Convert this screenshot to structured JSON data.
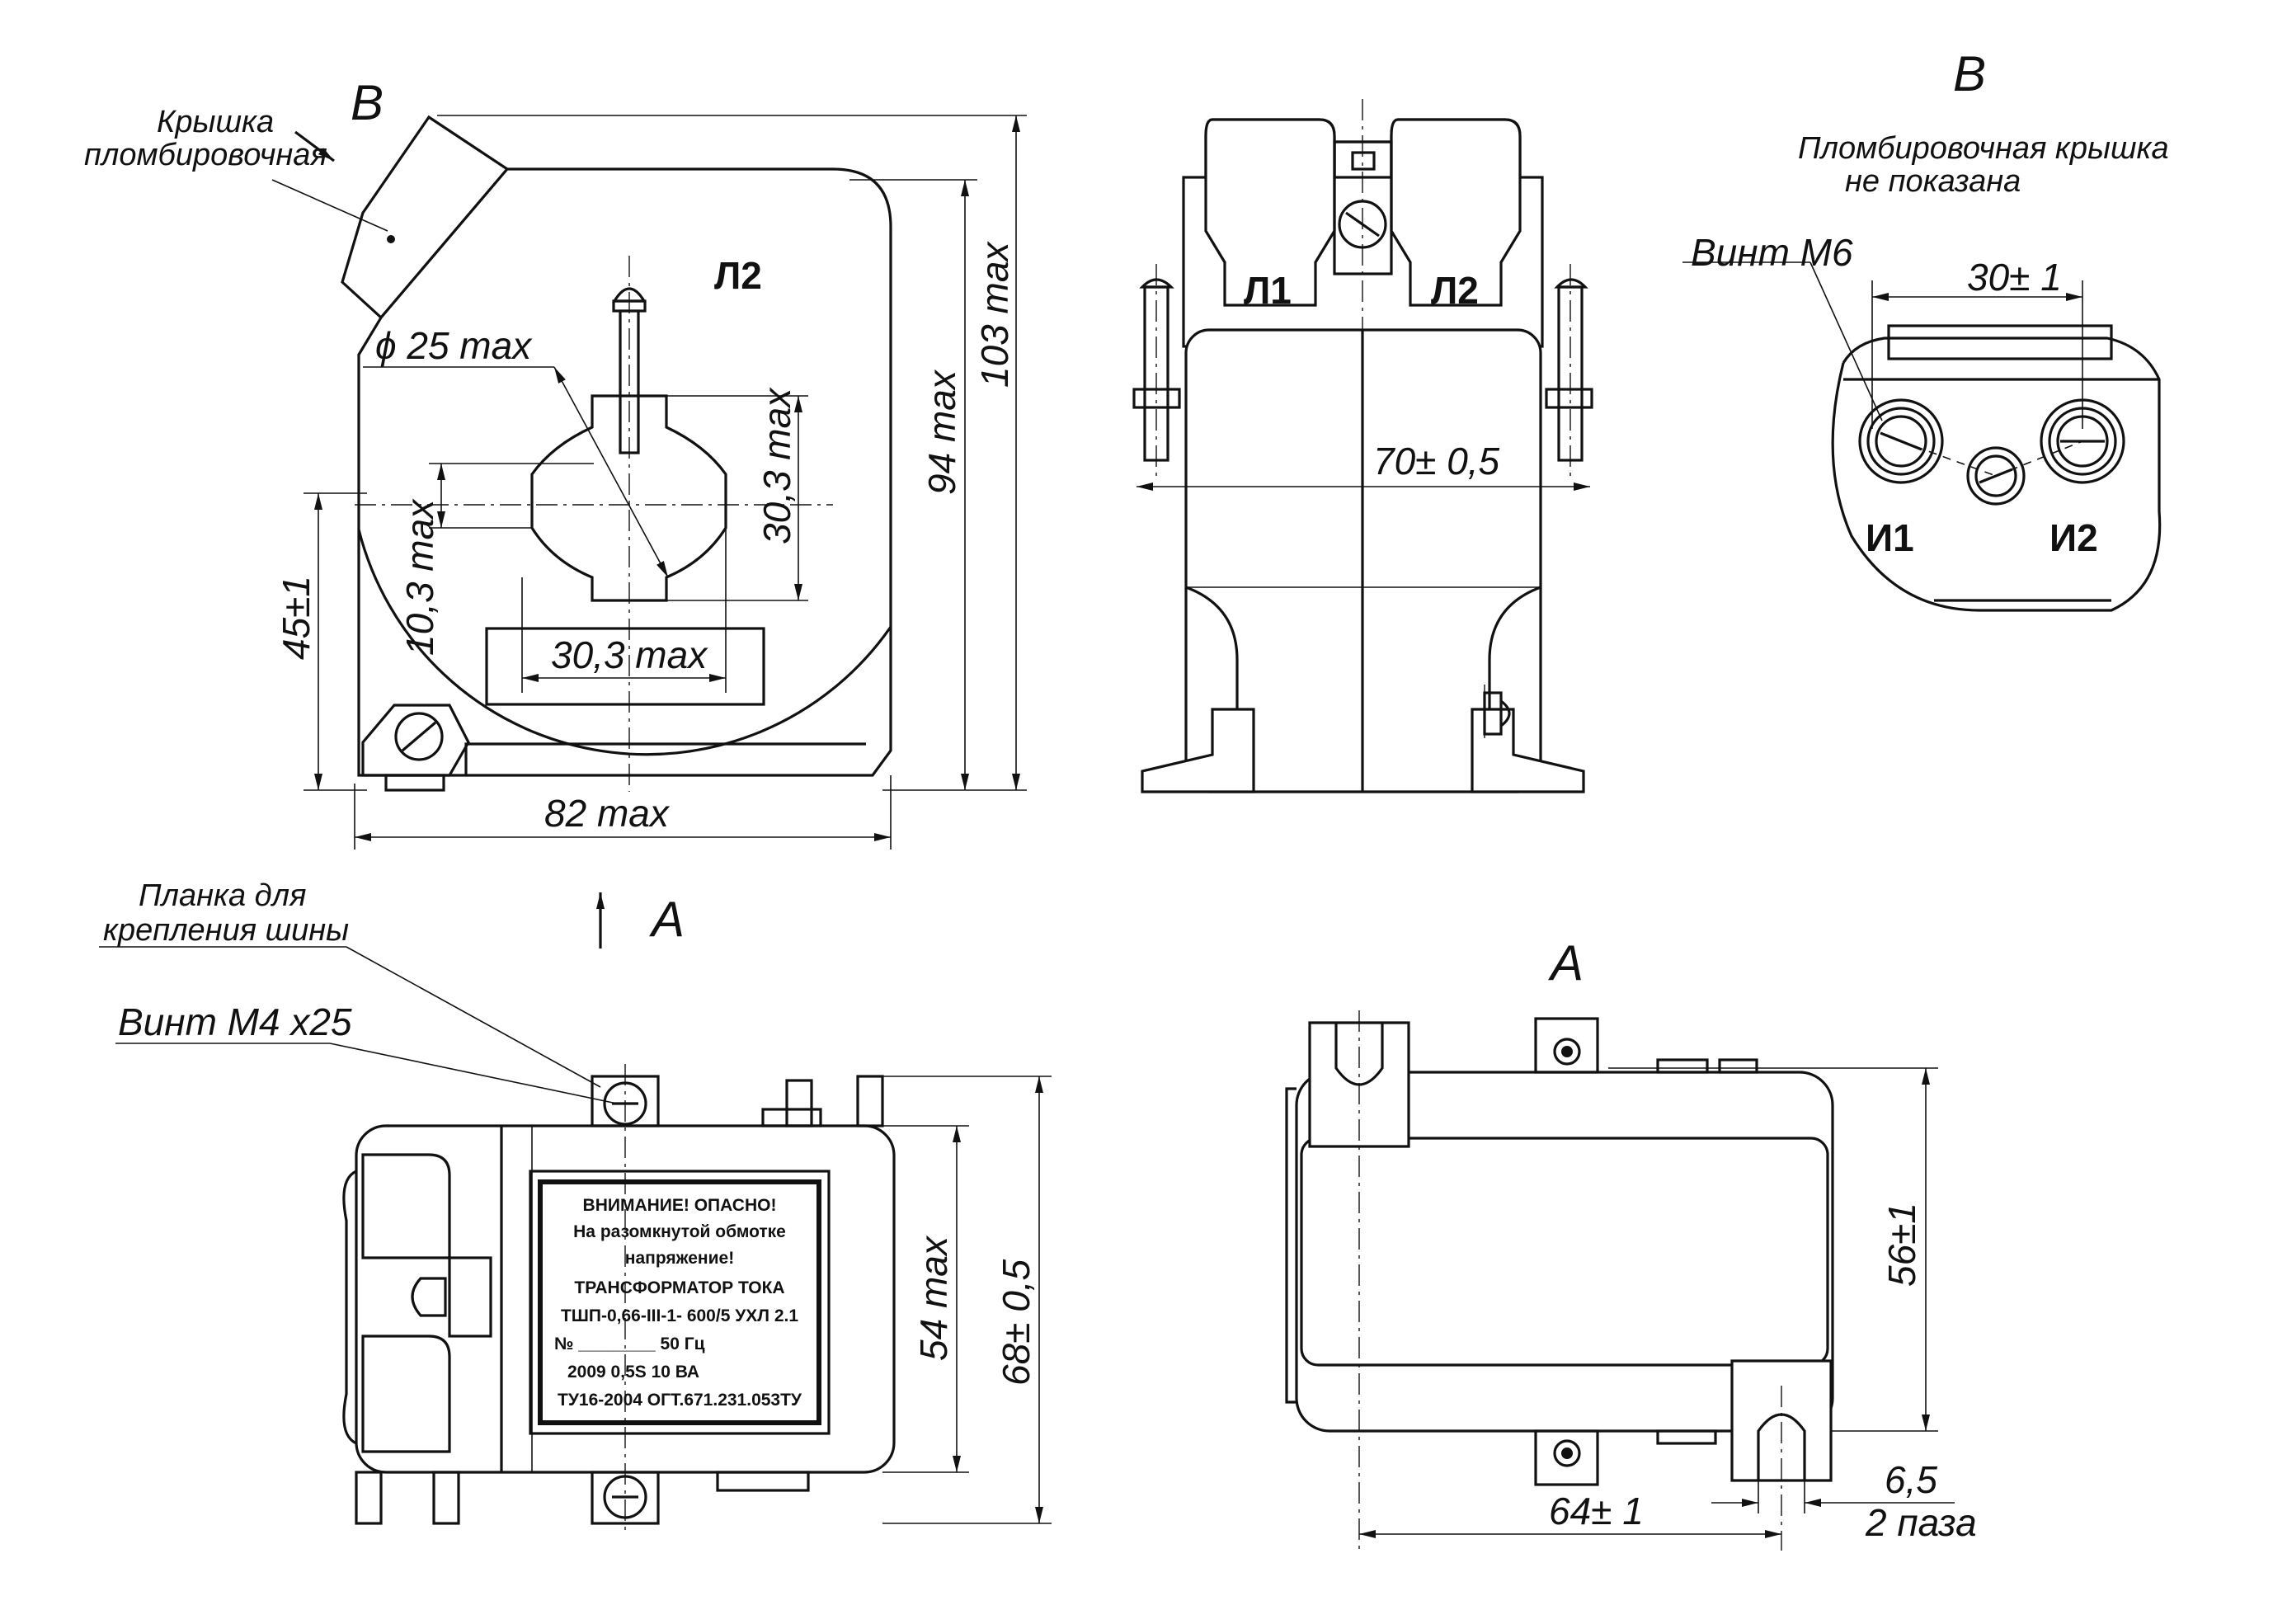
{
  "front_view": {
    "lid_label_line1": "Крышка",
    "lid_label_line2": "пломбировочная",
    "view_b_mark": "В",
    "polarity_mark": "Л2",
    "dim_diameter": "ϕ 25 max",
    "dim_opening_height": "30,3 max",
    "dim_opening_width": "30,3 max",
    "dim_slot": "10,3 max",
    "dim_center_height": "45±1",
    "dim_height_body": "94 max",
    "dim_height_total": "103 max",
    "dim_width": "82 max",
    "view_a_mark": "А"
  },
  "side_view": {
    "mark_left": "Л1",
    "mark_right": "Л2",
    "dim_terminal_spacing": "70± 0,5"
  },
  "detail_b": {
    "title": "В",
    "note_line1": "Пломбировочная крышка",
    "note_line2": "не показана",
    "screw_label": "Винт М6",
    "dim_pitch": "30± 1",
    "terminal_1": "И1",
    "terminal_2": "И2"
  },
  "top_view": {
    "bracket_label_line1": "Планка для",
    "bracket_label_line2": "крепления шины",
    "screw_label": "Винт М4 х25",
    "dim_body_depth": "54 max",
    "dim_total_depth": "68± 0,5",
    "nameplate": [
      "ВНИМАНИЕ! ОПАСНО!",
      "На разомкнутой обмотке",
      "напряжение!",
      "ТРАНСФОРМАТОР ТОКА",
      "ТШП-0,66-III-1- 600/5 УХЛ 2.1",
      "№ ________       50 Гц",
      "2009      0,5S   10 ВА",
      "ТУ16-2004 ОГТ.671.231.053ТУ"
    ]
  },
  "view_a": {
    "title": "А",
    "dim_mount_spacing": "64± 1",
    "dim_mount_depth": "56±1",
    "dim_slot_width": "6,5",
    "dim_slot_count": "2 паза"
  }
}
